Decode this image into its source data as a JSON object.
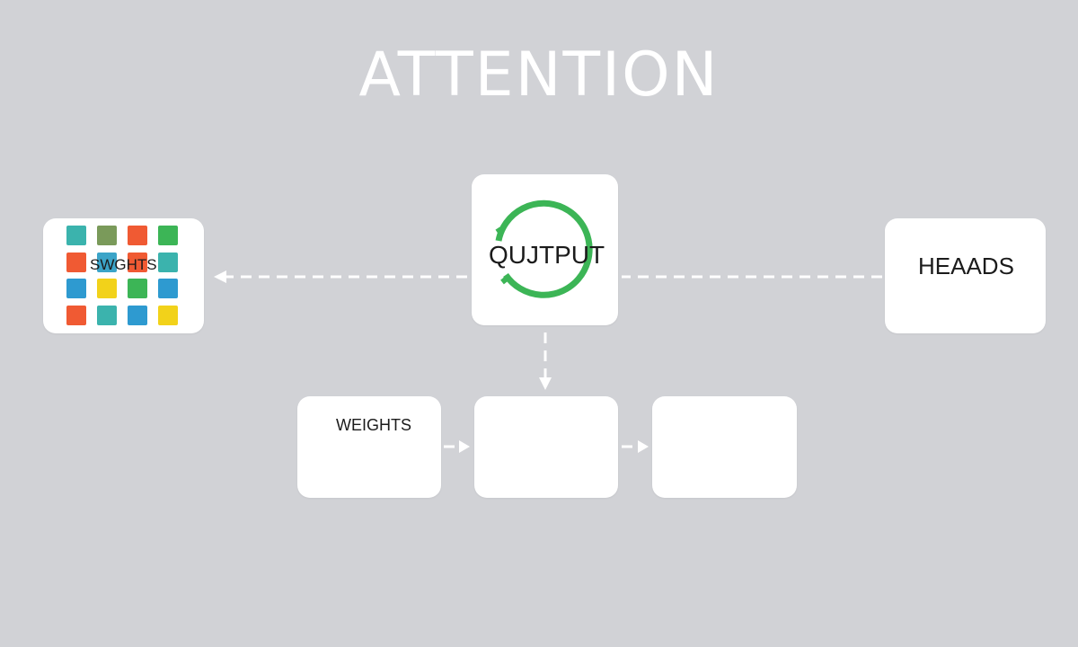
{
  "title": "ATTENTION",
  "nodes": {
    "swights": {
      "label": "SWGHTS"
    },
    "output": {
      "label": "QUJTPUT"
    },
    "heads": {
      "label": "HEAADS"
    },
    "weights": {
      "label": "WEIGHTS"
    },
    "middle": {
      "label": ""
    },
    "right": {
      "label": ""
    }
  },
  "grid_colors": [
    [
      "#3bb3ad",
      "#7a9a5a",
      "#f05a33",
      "#3cb556"
    ],
    [
      "#f05a33",
      "#3ba4c8",
      "#f05a33",
      "#3bb3ad"
    ],
    [
      "#2e9ad0",
      "#f2d21a",
      "#3cb556",
      "#2e9ad0"
    ],
    [
      "#f05a33",
      "#3bb3ad",
      "#2e9ad0",
      "#f2d21a"
    ]
  ],
  "colors": {
    "background": "#d1d2d6",
    "card": "#ffffff",
    "ring": "#3cb556",
    "connector": "#ffffff"
  }
}
